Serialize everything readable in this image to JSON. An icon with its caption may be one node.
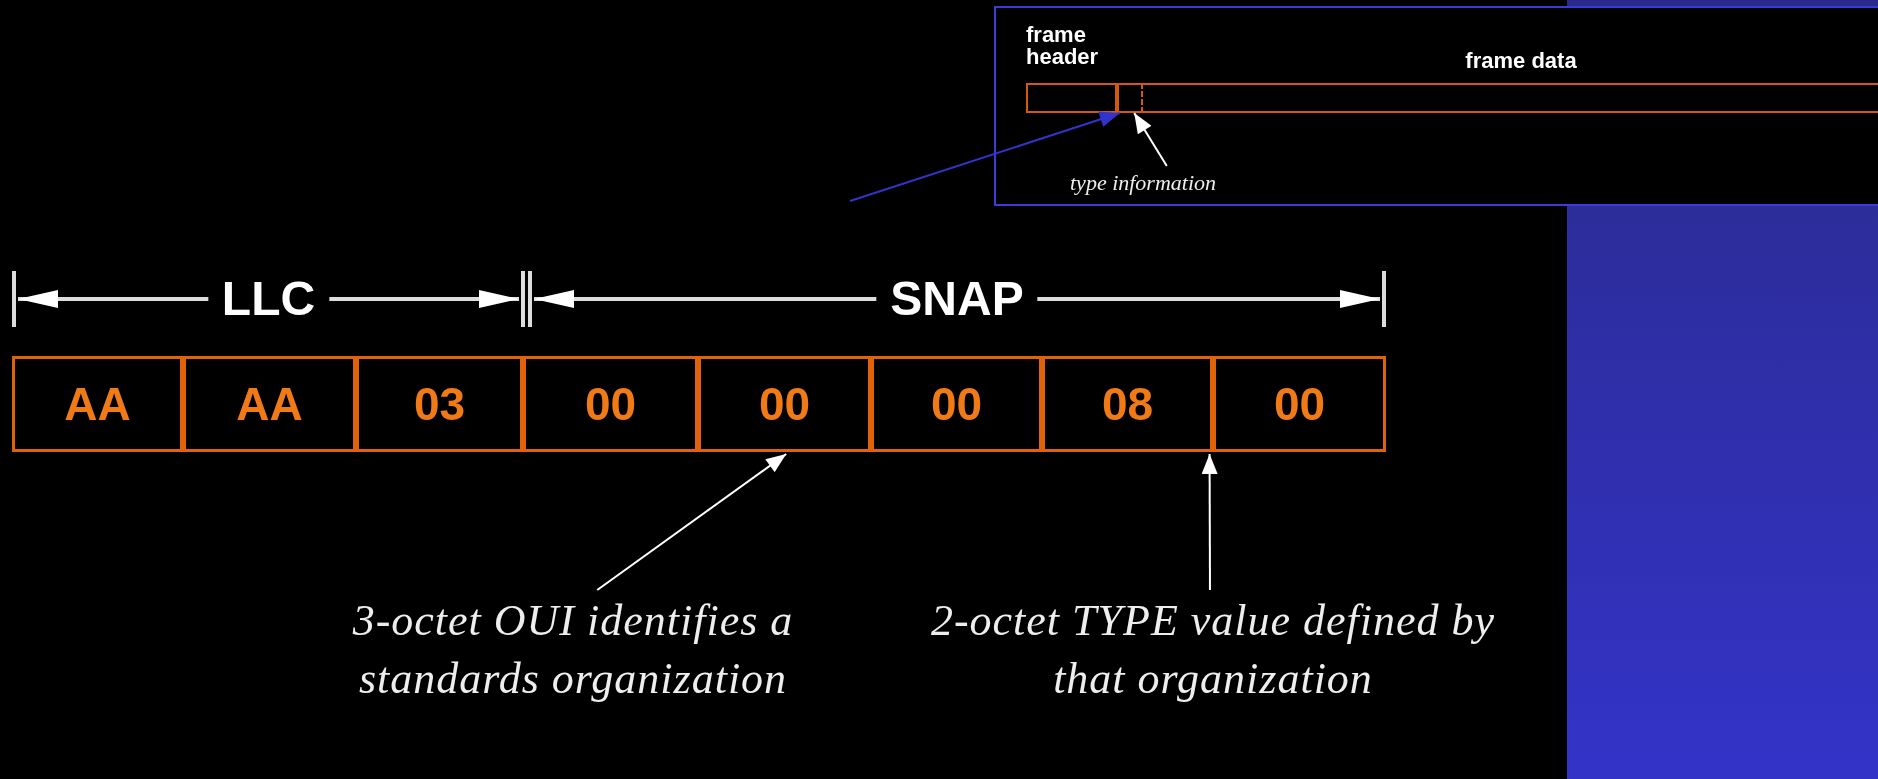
{
  "diagram": {
    "nodes": [
      {
        "text": [],
        "shape": "box"
      },
      {
        "text": [
          "frame header"
        ],
        "in": 0
      },
      {
        "text": [],
        "shape": "box",
        "in": 0
      },
      {
        "text": [
          "frame data"
        ],
        "in": 0
      },
      {
        "text": [
          "type information"
        ],
        "in": 0
      },
      {
        "text": [
          "AA"
        ]
      },
      {
        "text": [
          "AA"
        ]
      },
      {
        "text": [
          "03"
        ]
      },
      {
        "text": [
          "00"
        ]
      },
      {
        "text": [
          "00"
        ]
      },
      {
        "text": [
          "00"
        ]
      },
      {
        "text": [
          "08"
        ]
      },
      {
        "text": [
          "00"
        ]
      },
      {
        "text": [
          "3-octet OUI identifies a standards organization"
        ]
      },
      {
        "text": [
          "2-octet TYPE value defined by that organization"
        ]
      }
    ],
    "edges": [
      {
        "from": null,
        "to": 2,
        "arrow": "to",
        "color": "#3333cc"
      },
      {
        "from": 4,
        "to": 2,
        "arrow": "to"
      },
      {
        "from": 13,
        "to": 9,
        "arrow": "to"
      },
      {
        "from": 14,
        "to": 11,
        "arrow": "to"
      }
    ],
    "labels": [
      "LLC",
      "SNAP"
    ]
  }
}
